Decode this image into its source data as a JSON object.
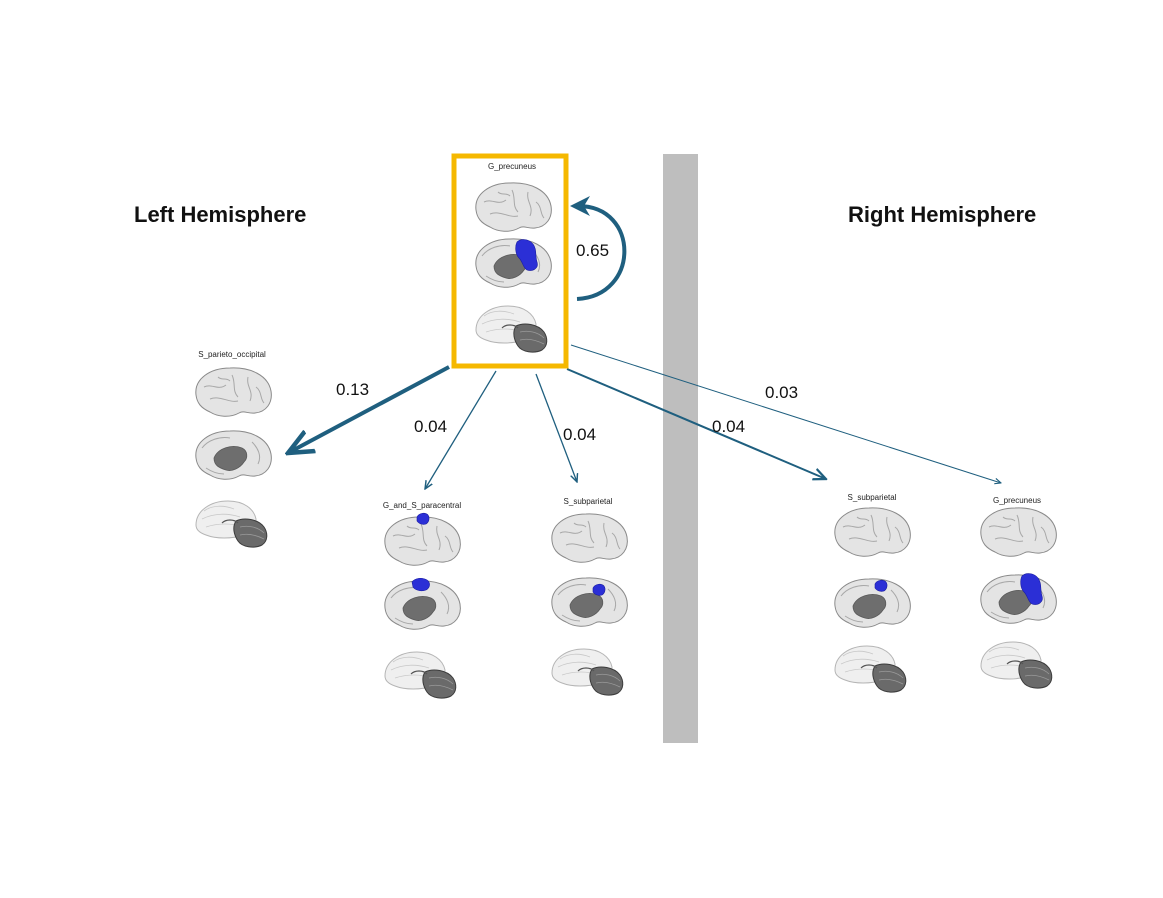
{
  "hemispheres": {
    "left_title": "Left Hemisphere",
    "right_title": "Right Hemisphere"
  },
  "source": {
    "label": "G_precuneus",
    "self_weight": "0.65",
    "highlight_color": "#F5B800"
  },
  "targets": [
    {
      "id": "t1",
      "label": "S_parieto_occipital",
      "weight": "0.13",
      "hemisphere": "left",
      "highlight": "none"
    },
    {
      "id": "t2",
      "label": "G_and_S_paracentral",
      "weight": "0.04",
      "hemisphere": "left",
      "highlight": "paracentral"
    },
    {
      "id": "t3",
      "label": "S_subparietal",
      "weight": "0.04",
      "hemisphere": "left",
      "highlight": "small"
    },
    {
      "id": "t4",
      "label": "S_subparietal",
      "weight": "0.04",
      "hemisphere": "right",
      "highlight": "small"
    },
    {
      "id": "t5",
      "label": "G_precuneus",
      "weight": "0.03",
      "hemisphere": "right",
      "highlight": "precuneus"
    }
  ],
  "colors": {
    "arrow": "#1F5F7F",
    "divider": "#BEBEBE",
    "brain_fill": "#E4E4E4",
    "brain_stroke": "#8A8A8A",
    "region_fill": "#2B2FD6",
    "corpus": "#6E6E6E"
  }
}
